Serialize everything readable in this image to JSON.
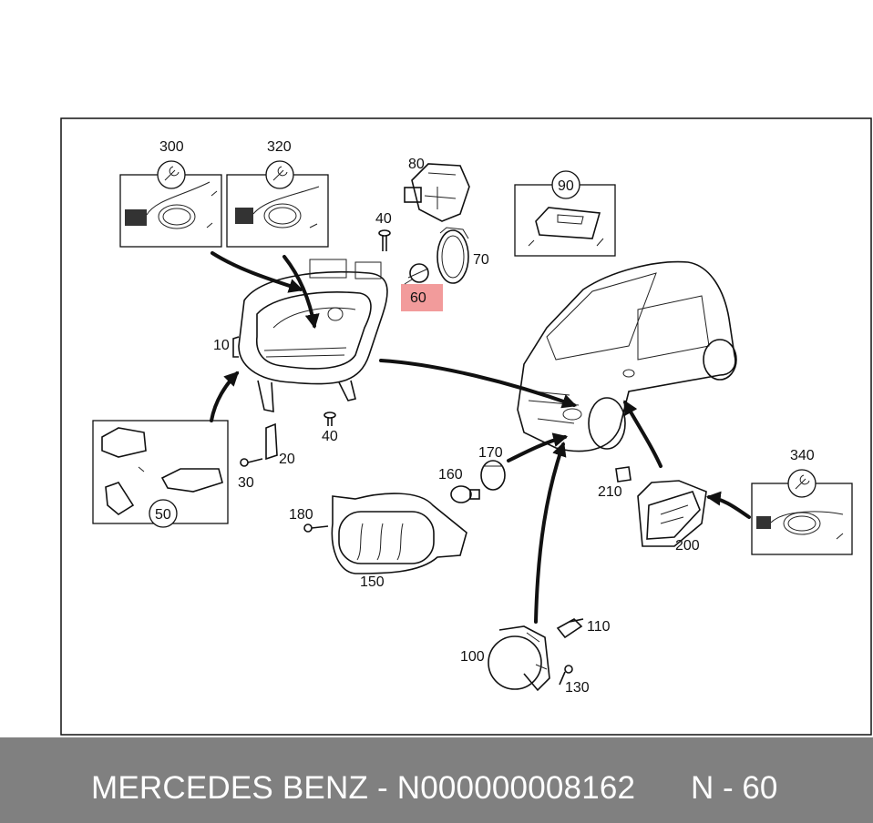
{
  "diagram": {
    "callouts": {
      "p300": "300",
      "p320": "320",
      "p80": "80",
      "p90": "90",
      "p40a": "40",
      "p70": "70",
      "p60": "60",
      "p10": "10",
      "p40b": "40",
      "p20": "20",
      "p30": "30",
      "p50": "50",
      "p170": "170",
      "p160": "160",
      "p180": "180",
      "p150": "150",
      "p340": "340",
      "p210": "210",
      "p200": "200",
      "p110": "110",
      "p100": "100",
      "p130": "130"
    },
    "highlight_color": "#f08a8a"
  },
  "footer": {
    "main": "MERCEDES BENZ - N000000008162",
    "code": "N - 60"
  }
}
